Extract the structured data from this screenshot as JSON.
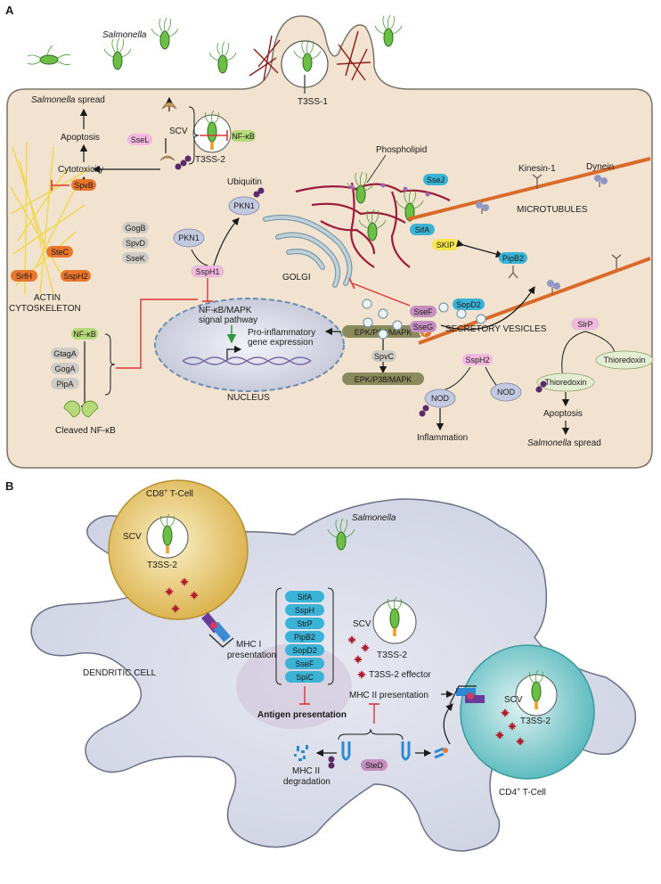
{
  "panel_a": {
    "label": "A",
    "salmonella": "Salmonella",
    "t3ss1": "T3SS-1",
    "scv": "SCV",
    "t3ss2": "T3SS-2",
    "salmonella_spread": "Salmonella spread",
    "spread_suffix": " spread",
    "apoptosis": "Apoptosis",
    "cytotoxicity": "Cytotoxicity",
    "ssel": "SseL",
    "nfkb": "NF-κB",
    "phospholipid": "Phospholipid",
    "ssej": "SseJ",
    "kinesin": "Kinesin-1",
    "dynein": "Dynein",
    "microtubules": "MICROTUBULES",
    "ubiquitin": "Ubiquitin",
    "pkn1": "PKN1",
    "sifa": "SifA",
    "skip": "SKIP",
    "pipb2": "PipB2",
    "spvb": "SpvB",
    "gogb": "GogB",
    "spvd": "SpvD",
    "ssek": "SseK",
    "sspH1": "SspH1",
    "stec": "SteC",
    "srfh": "SrfH",
    "ssph2": "SspH2",
    "actin": "ACTIN",
    "cytoskeleton": "CYTOSKELETON",
    "golgi": "GOLGI",
    "ssef": "SseF",
    "ssed2": "SopD2",
    "sseg": "SseG",
    "secretory": "SECRETORY VESICLES",
    "nfkb_mapk_1": "NF-κB/MAPK",
    "nfkb_mapk_2": "signal pathway",
    "proinflam_1": "Pro-inflammatory",
    "proinflam_2": "gene expression",
    "nucleus": "NUCLEUS",
    "epk": "EPK/P38/MAPK",
    "p": "P",
    "spvc": "SpvC",
    "gtaga": "GtagA",
    "goga": "GogA",
    "pipa": "PipA",
    "cleaved": "Cleaved NF-κB",
    "ssph2_b": "SspH2",
    "nod": "NOD",
    "inflammation": "Inflammation",
    "slrp": "SlrP",
    "thioredoxin": "Thioredoxin"
  },
  "panel_b": {
    "label": "B",
    "cd8_prefix": "CD8",
    "cd8_sup": "+",
    "cd8_suffix": " T-Cell",
    "salmonella": "Salmonella",
    "scv": "SCV",
    "t3ss2": "T3SS-2",
    "mhc1_1": "MHC I",
    "mhc1_2": "presentation",
    "dendritic": "DENDRITIC CELL",
    "effectors": [
      "SifA",
      "SspH",
      "StrP",
      "PipB2",
      "SopD2",
      "SseF",
      "SpiC"
    ],
    "t3ss2_effector": "T3SS-2 effector",
    "mhc2_pres": "MHC II presentation",
    "antigen": "Antigen presentation",
    "mhc2_deg_1": "MHC II",
    "mhc2_deg_2": "degradation",
    "sted": "SteD",
    "cd4_prefix": "CD4",
    "cd4_sup": "+",
    "cd4_suffix": " T-Cell"
  },
  "colors": {
    "cell_a": "#f1e3cf",
    "orange_pill": "#e8762d",
    "grey_pill": "#cfcbc5",
    "blue_pill": "#3ab3d6",
    "pink_pill": "#f3b8e0",
    "purple_pill": "#c58fc0",
    "yellow_pill": "#f5e84a",
    "green_pill": "#b6d97a",
    "olive_pill": "#8b8a5c",
    "microtubule": "#d96a2a",
    "golgi_red": "#9c1c3c",
    "dc_cell": "#d8dbe8",
    "cd8_cell": "#e7c866",
    "cd4_cell": "#7fcdd0"
  }
}
